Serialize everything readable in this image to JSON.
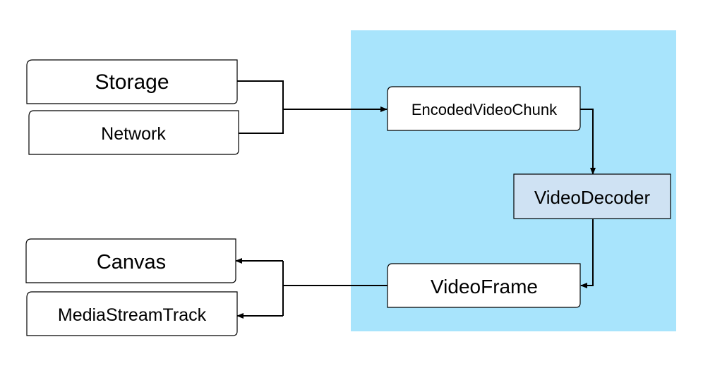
{
  "colors": {
    "region_fill": "#a8e4fc",
    "node_fill": "#ffffff",
    "decoder_fill": "#cfe2f3",
    "stroke": "#000000"
  },
  "nodes": {
    "storage": "Storage",
    "network": "Network",
    "encoded_chunk": "EncodedVideoChunk",
    "decoder": "VideoDecoder",
    "frame": "VideoFrame",
    "canvas": "Canvas",
    "media_stream_track": "MediaStreamTrack"
  }
}
